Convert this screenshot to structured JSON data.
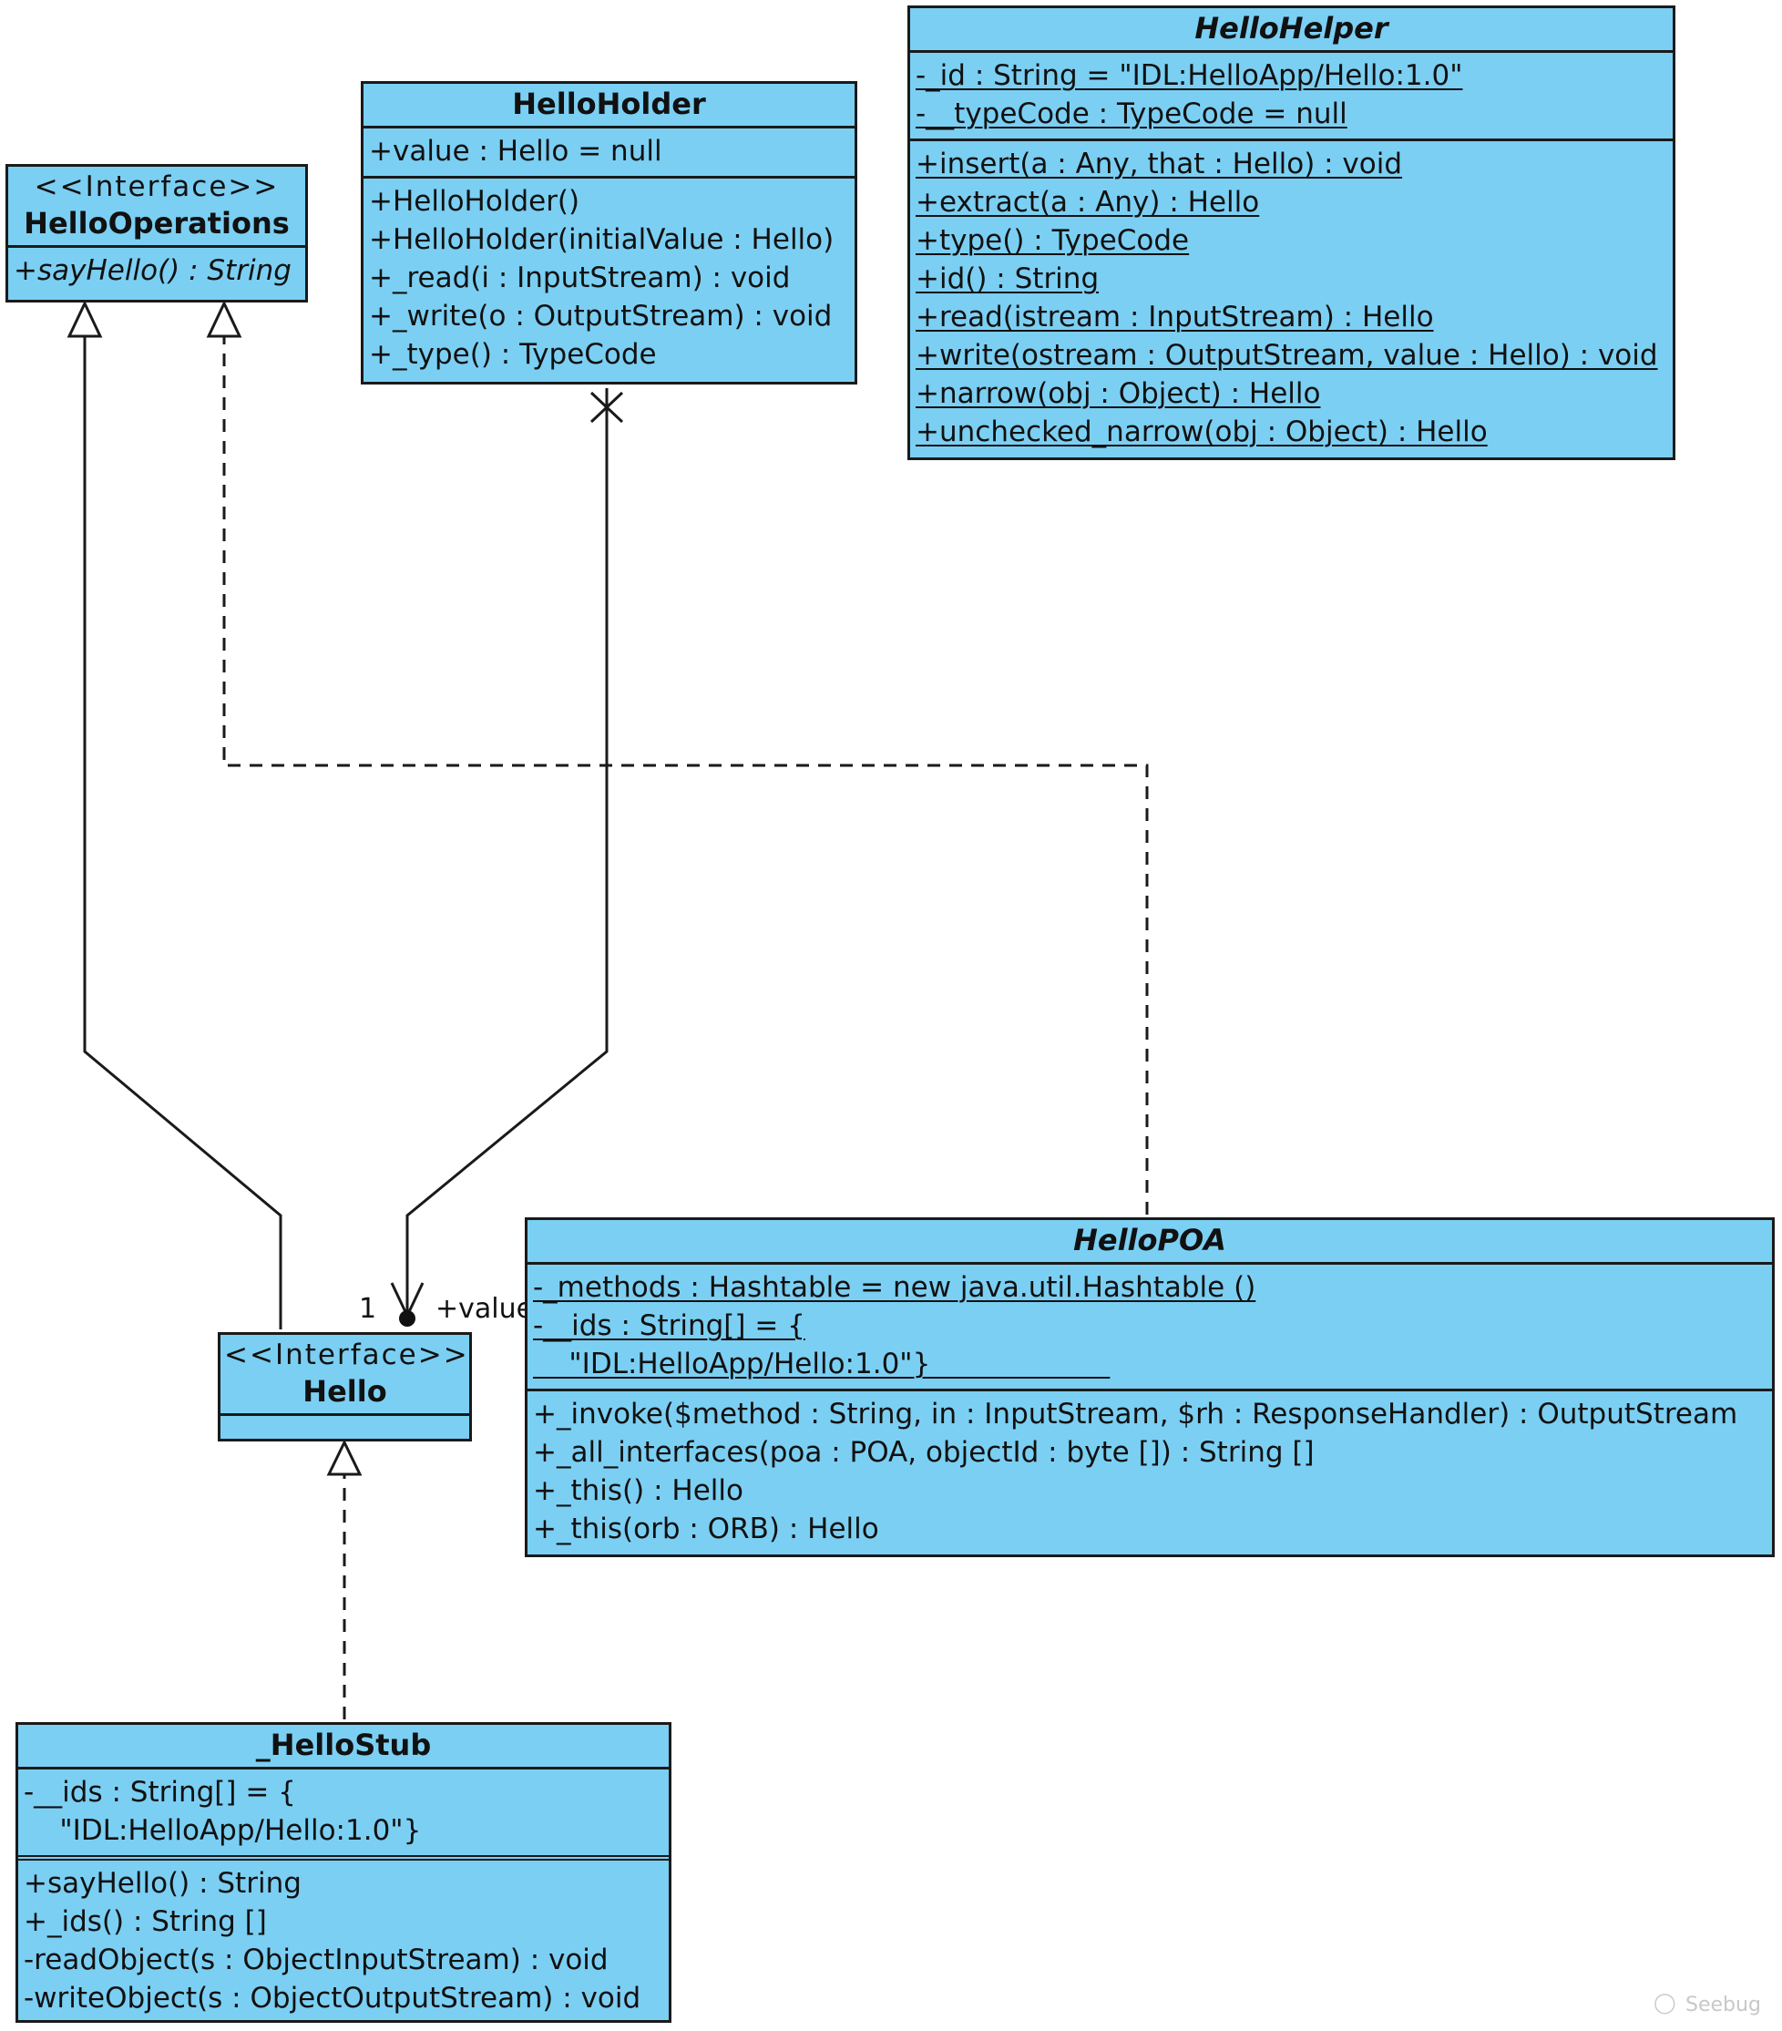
{
  "colors": {
    "fill": "#7BCFF3",
    "stroke": "#1a1a1a"
  },
  "classes": {
    "hello_operations": {
      "stereotype": "<<Interface>>",
      "name": "HelloOperations",
      "attributes": [],
      "operations": [
        {
          "text": "+sayHello() : String",
          "abstract": true
        }
      ]
    },
    "hello_holder": {
      "name": "HelloHolder",
      "attributes": [
        {
          "text": "+value : Hello = null"
        }
      ],
      "operations": [
        {
          "text": "+HelloHolder()"
        },
        {
          "text": "+HelloHolder(initialValue : Hello)"
        },
        {
          "text": "+_read(i : InputStream) : void"
        },
        {
          "text": "+_write(o : OutputStream) : void"
        },
        {
          "text": "+_type() : TypeCode"
        }
      ]
    },
    "hello_helper": {
      "name": "HelloHelper",
      "abstract": true,
      "attributes": [
        {
          "text": "-_id : String = \"IDL:HelloApp/Hello:1.0\"",
          "static": true
        },
        {
          "text": "-__typeCode : TypeCode = null",
          "static": true
        }
      ],
      "operations": [
        {
          "text": "+insert(a : Any, that : Hello) : void",
          "static": true
        },
        {
          "text": "+extract(a : Any) : Hello",
          "static": true
        },
        {
          "text": "+type() : TypeCode",
          "static": true
        },
        {
          "text": "+id() : String",
          "static": true
        },
        {
          "text": "+read(istream : InputStream) : Hello",
          "static": true
        },
        {
          "text": "+write(ostream : OutputStream, value : Hello) : void",
          "static": true
        },
        {
          "text": "+narrow(obj : Object) : Hello",
          "static": true
        },
        {
          "text": "+unchecked_narrow(obj : Object) : Hello",
          "static": true
        }
      ]
    },
    "hello": {
      "stereotype": "<<Interface>>",
      "name": "Hello",
      "attributes": [],
      "operations": []
    },
    "hello_poa": {
      "name": "HelloPOA",
      "abstract": true,
      "attributes": [
        {
          "text": "-_methods : Hashtable = new java.util.Hashtable ()",
          "static": true
        },
        {
          "text": "-__ids : String[] = {",
          "static": true
        },
        {
          "text": "    \"IDL:HelloApp/Hello:1.0\"}                    ",
          "static": true
        }
      ],
      "operations": [
        {
          "text": "+_invoke($method : String, in : InputStream, $rh : ResponseHandler) : OutputStream"
        },
        {
          "text": "+_all_interfaces(poa : POA, objectId : byte []) : String []"
        },
        {
          "text": "+_this() : Hello"
        },
        {
          "text": "+_this(orb : ORB) : Hello"
        }
      ]
    },
    "hello_stub": {
      "name": "_HelloStub",
      "attributes": [
        {
          "text": "-__ids : String[] = {"
        },
        {
          "text": "    \"IDL:HelloApp/Hello:1.0\"}"
        }
      ],
      "operations": [
        {
          "text": "+sayHello() : String"
        },
        {
          "text": "+_ids() : String []"
        },
        {
          "text": "-readObject(s : ObjectInputStream) : void"
        },
        {
          "text": "-writeObject(s : ObjectOutputStream) : void"
        }
      ]
    }
  },
  "association": {
    "multiplicity": "1",
    "role": "+value"
  },
  "watermark": "Seebug"
}
